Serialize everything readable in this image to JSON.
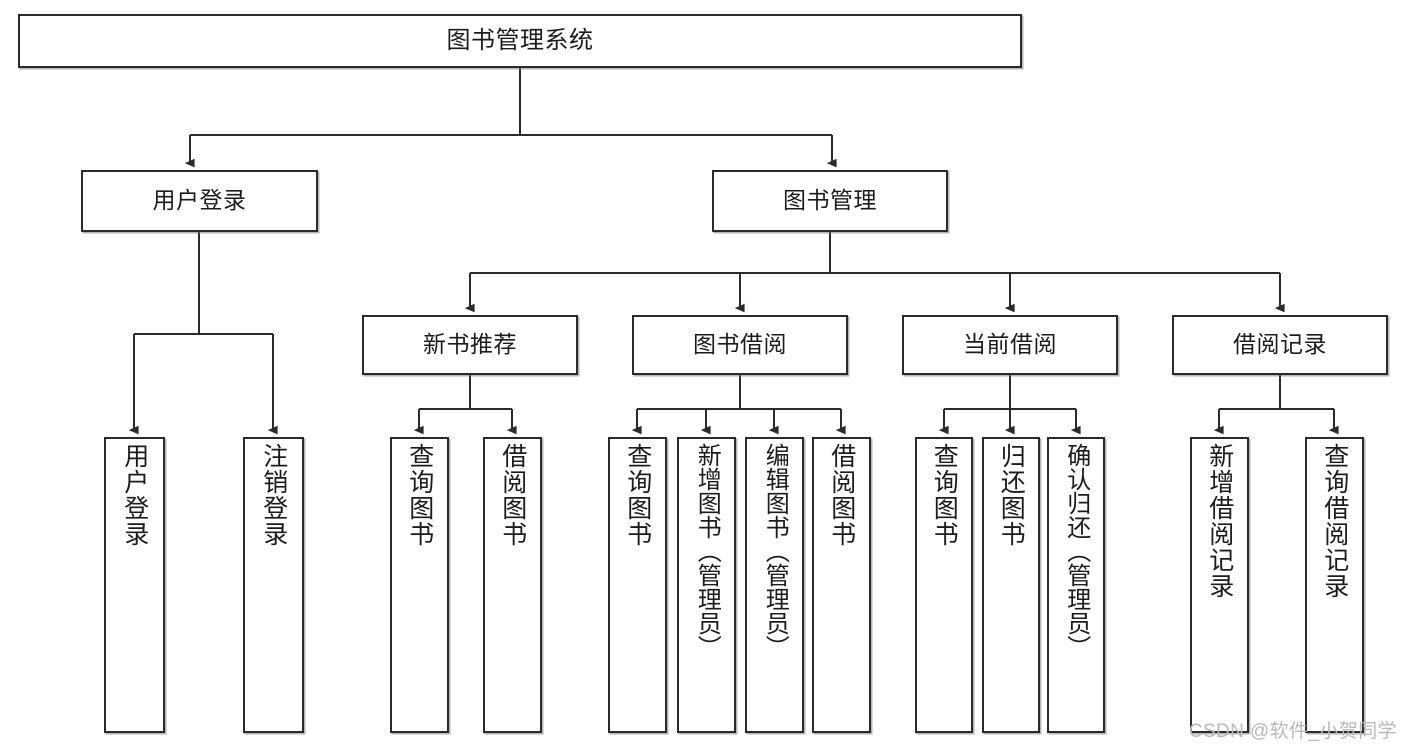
{
  "diagram": {
    "title": "图书管理系统",
    "type": "hierarchy-tree",
    "watermark": "CSDN @软件_小贺同学",
    "root": {
      "label": "图书管理系统"
    },
    "level2": [
      {
        "label": "用户登录"
      },
      {
        "label": "图书管理"
      }
    ],
    "level3": [
      {
        "label": "新书推荐"
      },
      {
        "label": "图书借阅"
      },
      {
        "label": "当前借阅"
      },
      {
        "label": "借阅记录"
      }
    ],
    "leaves": {
      "user_login": [
        {
          "label": "用户登录"
        },
        {
          "label": "注销登录"
        }
      ],
      "new_book": [
        {
          "label": "查询图书"
        },
        {
          "label": "借阅图书"
        }
      ],
      "borrow_book": [
        {
          "label": "查询图书"
        },
        {
          "label": "新增图书（管理员）"
        },
        {
          "label": "编辑图书（管理员）"
        },
        {
          "label": "借阅图书"
        }
      ],
      "current_borrow": [
        {
          "label": "查询图书"
        },
        {
          "label": "归还图书"
        },
        {
          "label": "确认归还（管理员）"
        }
      ],
      "borrow_record": [
        {
          "label": "新增借阅记录"
        },
        {
          "label": "查询借阅记录"
        }
      ]
    },
    "colors": {
      "stroke": "#2b2b2b",
      "fill": "#ffffff",
      "text": "#1c1c1c",
      "watermark": "#b9b9b9"
    }
  }
}
